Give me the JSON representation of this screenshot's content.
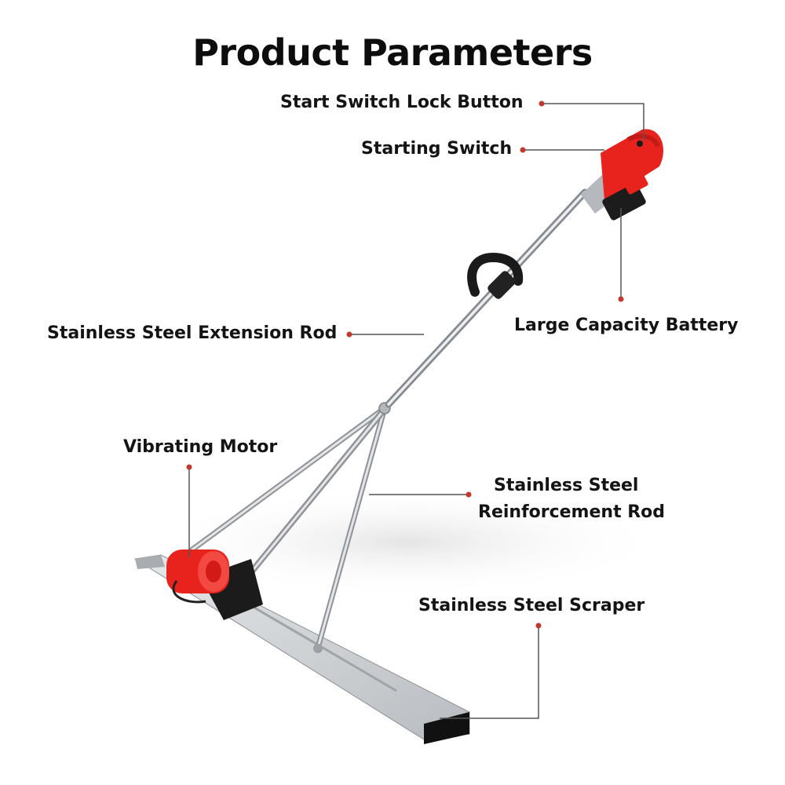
{
  "title": "Product Parameters",
  "labels": {
    "start_switch_lock_button": "Start Switch Lock Button",
    "starting_switch": "Starting Switch",
    "large_capacity_battery": "Large Capacity Battery",
    "extension_rod": "Stainless Steel Extension Rod",
    "vibrating_motor": "Vibrating Motor",
    "reinforcement_rod_line1": "Stainless Steel",
    "reinforcement_rod_line2": "Reinforcement Rod",
    "scraper": "Stainless Steel Scraper"
  },
  "colors": {
    "background": "#ffffff",
    "leader_line": "#555555",
    "leader_dot": "#c0392b",
    "tool_red": "#e8231e",
    "steel": "#c9cdd1",
    "handle_black": "#1a1a1a"
  }
}
